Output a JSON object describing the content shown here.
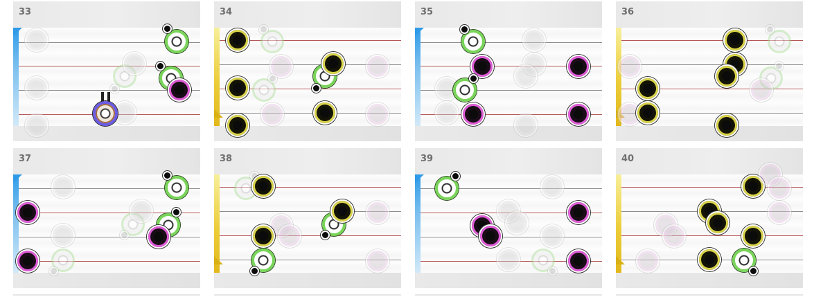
{
  "title": "",
  "measures": [
    "33",
    "34",
    "35",
    "36",
    "37",
    "38",
    "39",
    "40"
  ]
}
